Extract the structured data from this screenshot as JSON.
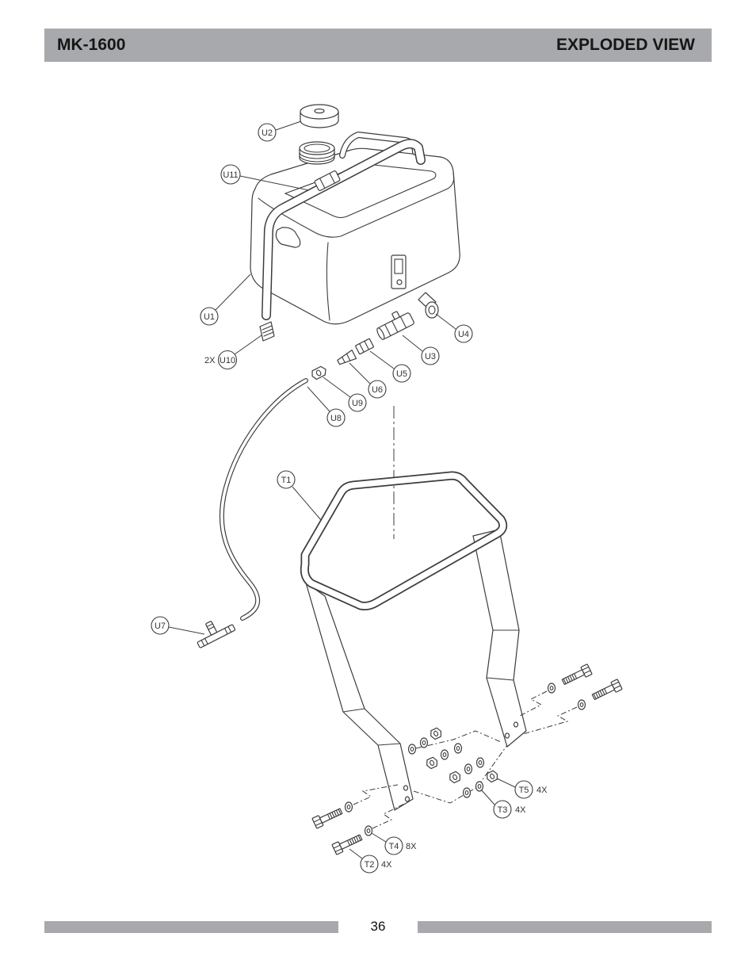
{
  "header": {
    "model": "MK-1600",
    "title": "EXPLODED VIEW"
  },
  "diagram": {
    "callouts": [
      {
        "label": "U2"
      },
      {
        "label": "U11"
      },
      {
        "label": "U1"
      },
      {
        "label": "U10",
        "qty": "2X"
      },
      {
        "label": "U4"
      },
      {
        "label": "U3"
      },
      {
        "label": "U5"
      },
      {
        "label": "U6"
      },
      {
        "label": "U9"
      },
      {
        "label": "U8"
      },
      {
        "label": "T1"
      },
      {
        "label": "U7"
      },
      {
        "label": "T5",
        "qty": "4X"
      },
      {
        "label": "T3",
        "qty": "4X"
      },
      {
        "label": "T4",
        "qty": "8X"
      },
      {
        "label": "T2",
        "qty": "4X"
      }
    ]
  },
  "footer": {
    "page_number": "36"
  },
  "colors": {
    "header_bar": "#a7a9ac",
    "line_art": "#3d3d3d"
  }
}
